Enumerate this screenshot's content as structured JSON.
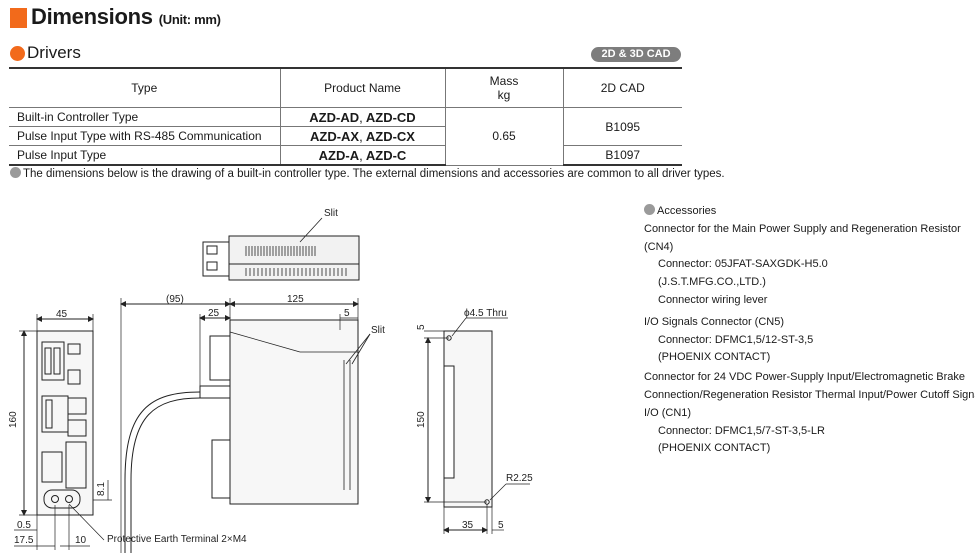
{
  "header": {
    "title": "Dimensions",
    "unit": "(Unit: mm)"
  },
  "section": {
    "title": "Drivers",
    "cad_badge": "2D & 3D CAD"
  },
  "table": {
    "headers": {
      "type": "Type",
      "product_name": "Product Name",
      "mass": "Mass",
      "mass_unit": "kg",
      "cad": "2D CAD"
    },
    "rows": [
      {
        "type": "Built-in Controller Type",
        "product_a": "AZD-AD",
        "product_b": "AZD-CD"
      },
      {
        "type": "Pulse Input Type with RS-485 Communication",
        "product_a": "AZD-AX",
        "product_b": "AZD-CX"
      },
      {
        "type": "Pulse Input Type",
        "product_a": "AZD-A",
        "product_b": "AZD-C"
      }
    ],
    "separator": ",",
    "mass_value": "0.65",
    "cad_a": "B1095",
    "cad_b": "B1097"
  },
  "note": "The dimensions below is the drawing of a built-in controller type. The external dimensions and accessories are common to all driver types.",
  "drawing": {
    "slit_top": "Slit",
    "slit_side": "Slit",
    "dim_45": "45",
    "dim_95": "(95)",
    "dim_125": "125",
    "dim_25": "25",
    "dim_5_top": "5",
    "dim_160": "160",
    "dim_8_1": "8.1",
    "dim_0_5": "0.5",
    "dim_17_5": "17.5",
    "dim_10": "10",
    "protective_earth": "Protective Earth Terminal 2×M4",
    "hole": "ϕ4.5 Thru",
    "dim_5_right": "5",
    "dim_150": "150",
    "dim_r225": "R2.25",
    "dim_35": "35",
    "dim_5_bottom": "5"
  },
  "accessories": {
    "title": "Accessories",
    "lines": [
      {
        "text": "Connector for the Main Power Supply and Regeneration Resistor",
        "indent": 0
      },
      {
        "text": "(CN4)",
        "indent": 0
      },
      {
        "text": "Connector: 05JFAT-SAXGDK-H5.0",
        "indent": 1
      },
      {
        "text": "(J.S.T.MFG.CO.,LTD.)",
        "indent": 1
      },
      {
        "text": "Connector wiring lever",
        "indent": 1
      },
      {
        "text": "I/O Signals Connector (CN5)",
        "indent": 0
      },
      {
        "text": "Connector: DFMC1,5/12-ST-3,5",
        "indent": 1
      },
      {
        "text": "(PHOENIX CONTACT)",
        "indent": 1
      },
      {
        "text": "Connector for 24 VDC Power-Supply Input/Electromagnetic Brake",
        "indent": 0
      },
      {
        "text": "Connection/Regeneration Resistor Thermal Input/Power Cutoff Signal",
        "indent": 0
      },
      {
        "text": "I/O (CN1)",
        "indent": 0
      },
      {
        "text": "Connector: DFMC1,5/7-ST-3,5-LR",
        "indent": 1
      },
      {
        "text": "(PHOENIX CONTACT)",
        "indent": 1
      }
    ]
  },
  "colors": {
    "accent": "#f26a1b",
    "badge": "#7d7d7d",
    "bullet": "#9a9a9a"
  }
}
